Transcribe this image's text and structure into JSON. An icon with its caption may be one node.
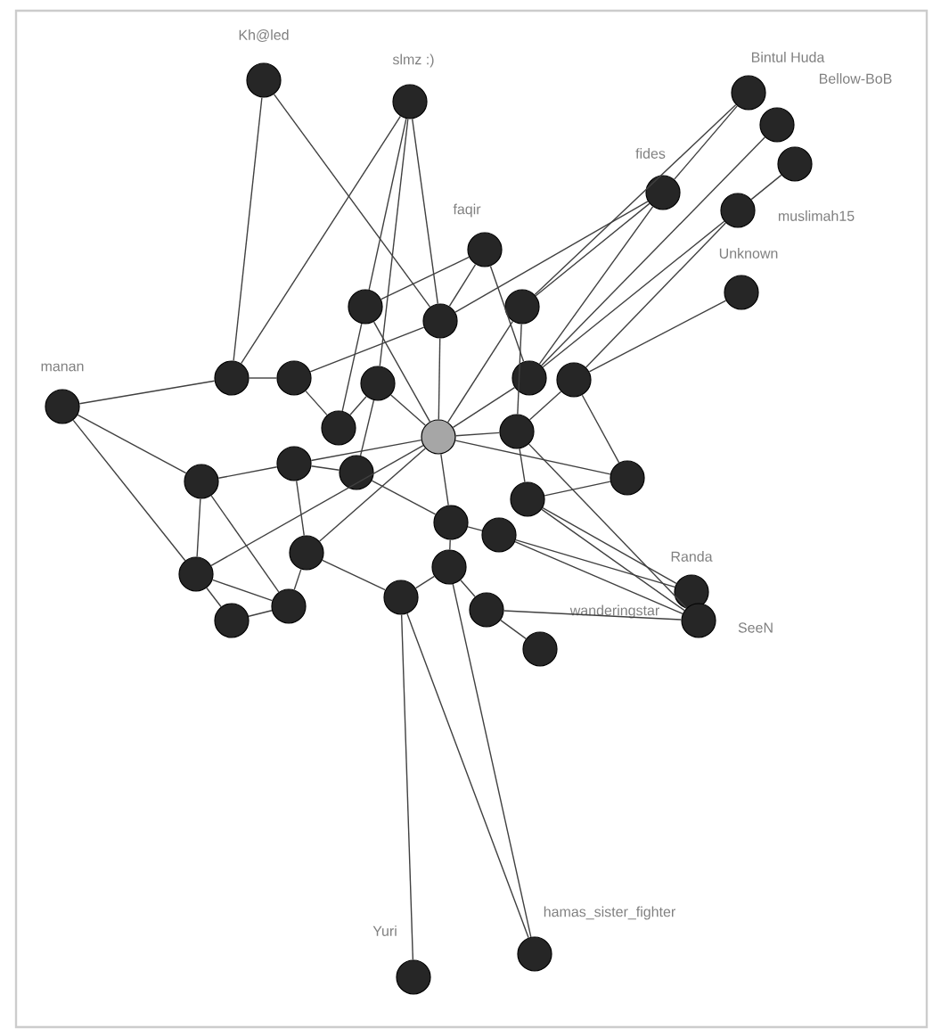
{
  "diagram": {
    "nodes": [
      {
        "text": [
          "Kh@led"
        ]
      },
      {
        "text": [
          "slmz :)"
        ]
      },
      {
        "text": [
          "Bintul Huda"
        ]
      },
      {
        "text": [
          "Bellow-BoB"
        ]
      },
      {
        "text": [
          "fides"
        ]
      },
      {
        "text": [
          "muslimah15"
        ]
      },
      {
        "text": [
          "Unknown"
        ]
      },
      {
        "text": [
          "faqir"
        ]
      },
      {
        "text": [
          "manan"
        ]
      },
      {
        "text": [
          "Randa"
        ]
      },
      {
        "text": [
          "SeeN"
        ]
      },
      {
        "text": [
          "wanderingstar"
        ]
      },
      {
        "text": [
          "Yuri"
        ]
      },
      {
        "text": [
          "hamas_sister_fighter"
        ]
      },
      {
        "text": [],
        "shape": "circle"
      },
      {
        "text": [],
        "shape": "circle"
      },
      {
        "text": [],
        "shape": "circle"
      },
      {
        "text": [],
        "shape": "circle"
      },
      {
        "text": [],
        "shape": "circle"
      },
      {
        "text": [],
        "shape": "circle"
      },
      {
        "text": [],
        "shape": "circle"
      },
      {
        "text": [],
        "shape": "circle"
      },
      {
        "text": [],
        "shape": "circle"
      },
      {
        "text": [],
        "shape": "circle"
      },
      {
        "text": [],
        "shape": "circle"
      },
      {
        "text": [],
        "shape": "circle"
      },
      {
        "text": [],
        "shape": "circle"
      },
      {
        "text": [],
        "shape": "circle"
      },
      {
        "text": [],
        "shape": "circle"
      },
      {
        "text": [],
        "shape": "circle"
      },
      {
        "text": [],
        "shape": "circle"
      },
      {
        "text": [],
        "shape": "circle"
      },
      {
        "text": [],
        "shape": "circle"
      },
      {
        "text": [],
        "shape": "circle"
      },
      {
        "text": [],
        "shape": "circle"
      },
      {
        "text": [],
        "shape": "circle"
      },
      {
        "text": [],
        "shape": "circle"
      },
      {
        "text": [],
        "shape": "circle"
      },
      {
        "text": [],
        "shape": "circle"
      },
      {
        "text": [],
        "shape": "circle"
      }
    ],
    "edges": [
      {
        "from": 0,
        "to": 21,
        "arrow": "none"
      },
      {
        "from": 0,
        "to": 17,
        "arrow": "none"
      },
      {
        "from": 1,
        "to": 21,
        "arrow": "none"
      },
      {
        "from": 1,
        "to": 16,
        "arrow": "none"
      },
      {
        "from": 1,
        "to": 17,
        "arrow": "none"
      },
      {
        "from": 1,
        "to": 24,
        "arrow": "none"
      },
      {
        "from": 2,
        "to": 4,
        "arrow": "none"
      },
      {
        "from": 2,
        "to": 18,
        "arrow": "none"
      },
      {
        "from": 3,
        "to": 19,
        "arrow": "none"
      },
      {
        "from": 15,
        "to": 5,
        "arrow": "none"
      },
      {
        "from": 4,
        "to": 18,
        "arrow": "none"
      },
      {
        "from": 4,
        "to": 19,
        "arrow": "none"
      },
      {
        "from": 4,
        "to": 17,
        "arrow": "none"
      },
      {
        "from": 5,
        "to": 20,
        "arrow": "none"
      },
      {
        "from": 5,
        "to": 19,
        "arrow": "none"
      },
      {
        "from": 6,
        "to": 20,
        "arrow": "none"
      },
      {
        "from": 7,
        "to": 17,
        "arrow": "none"
      },
      {
        "from": 7,
        "to": 19,
        "arrow": "none"
      },
      {
        "from": 7,
        "to": 16,
        "arrow": "none"
      },
      {
        "from": 8,
        "to": 21,
        "arrow": "none"
      },
      {
        "from": 8,
        "to": 25,
        "arrow": "none"
      },
      {
        "from": 8,
        "to": 32,
        "arrow": "none"
      },
      {
        "from": 9,
        "to": 29,
        "arrow": "none"
      },
      {
        "from": 9,
        "to": 31,
        "arrow": "none"
      },
      {
        "from": 10,
        "to": 29,
        "arrow": "none"
      },
      {
        "from": 10,
        "to": 31,
        "arrow": "none"
      },
      {
        "from": 10,
        "to": 38,
        "arrow": "none"
      },
      {
        "from": 10,
        "to": 28,
        "arrow": "none"
      },
      {
        "from": 11,
        "to": 38,
        "arrow": "none"
      },
      {
        "from": 12,
        "to": 36,
        "arrow": "none"
      },
      {
        "from": 13,
        "to": 36,
        "arrow": "none"
      },
      {
        "from": 13,
        "to": 37,
        "arrow": "none"
      },
      {
        "from": 39,
        "to": 20,
        "arrow": "none"
      },
      {
        "from": 39,
        "to": 29,
        "arrow": "none"
      },
      {
        "from": 14,
        "to": 16,
        "arrow": "none"
      },
      {
        "from": 14,
        "to": 17,
        "arrow": "none"
      },
      {
        "from": 14,
        "to": 18,
        "arrow": "none"
      },
      {
        "from": 14,
        "to": 19,
        "arrow": "none"
      },
      {
        "from": 14,
        "to": 24,
        "arrow": "none"
      },
      {
        "from": 17,
        "to": 22,
        "arrow": "none"
      },
      {
        "from": 25,
        "to": 26,
        "arrow": "none"
      },
      {
        "from": 14,
        "to": 26,
        "arrow": "none"
      },
      {
        "from": 14,
        "to": 28,
        "arrow": "none"
      },
      {
        "from": 14,
        "to": 30,
        "arrow": "none"
      },
      {
        "from": 14,
        "to": 32,
        "arrow": "none"
      },
      {
        "from": 32,
        "to": 34,
        "arrow": "none"
      },
      {
        "from": 14,
        "to": 35,
        "arrow": "none"
      },
      {
        "from": 30,
        "to": 37,
        "arrow": "none"
      },
      {
        "from": 14,
        "to": 39,
        "arrow": "none"
      },
      {
        "from": 21,
        "to": 22,
        "arrow": "none"
      },
      {
        "from": 22,
        "to": 23,
        "arrow": "none"
      },
      {
        "from": 23,
        "to": 24,
        "arrow": "none"
      },
      {
        "from": 25,
        "to": 32,
        "arrow": "none"
      },
      {
        "from": 26,
        "to": 27,
        "arrow": "none"
      },
      {
        "from": 27,
        "to": 30,
        "arrow": "none"
      },
      {
        "from": 28,
        "to": 29,
        "arrow": "none"
      },
      {
        "from": 30,
        "to": 31,
        "arrow": "none"
      },
      {
        "from": 32,
        "to": 33,
        "arrow": "none"
      },
      {
        "from": 33,
        "to": 34,
        "arrow": "none"
      },
      {
        "from": 34,
        "to": 35,
        "arrow": "none"
      },
      {
        "from": 35,
        "to": 36,
        "arrow": "none"
      },
      {
        "from": 36,
        "to": 37,
        "arrow": "none"
      },
      {
        "from": 37,
        "to": 38,
        "arrow": "none"
      },
      {
        "from": 16,
        "to": 23,
        "arrow": "none"
      },
      {
        "from": 18,
        "to": 28,
        "arrow": "none"
      },
      {
        "from": 20,
        "to": 28,
        "arrow": "none"
      },
      {
        "from": 24,
        "to": 27,
        "arrow": "none"
      },
      {
        "from": 25,
        "to": 34,
        "arrow": "none"
      },
      {
        "from": 26,
        "to": 35,
        "arrow": "none"
      }
    ]
  }
}
